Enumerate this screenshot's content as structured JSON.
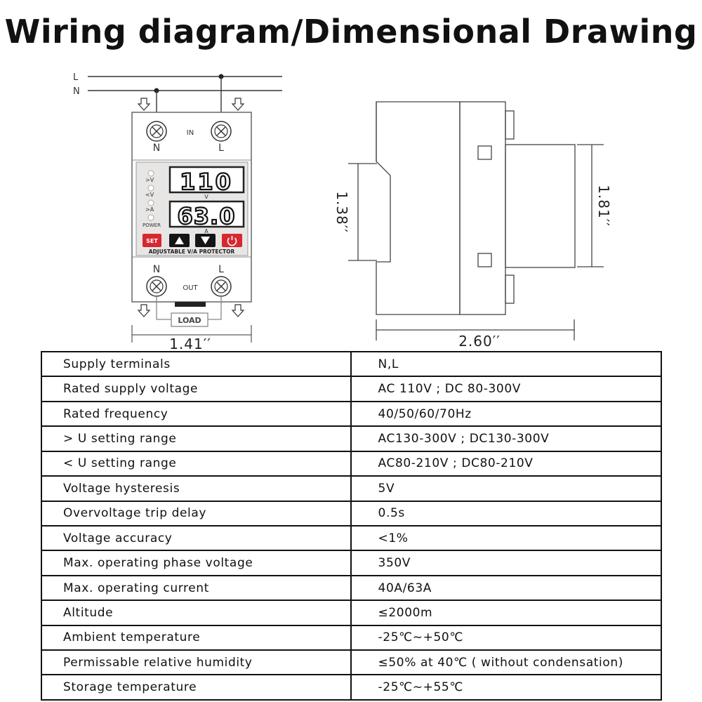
{
  "title": "Wiring diagram/Dimensional Drawing",
  "wiring": {
    "line_labels": [
      "L",
      "N"
    ],
    "terminal_in_label": "IN",
    "terminal_out_label": "OUT",
    "terminal_in_names": [
      "N",
      "L"
    ],
    "terminal_out_names": [
      "N",
      "L"
    ],
    "display_voltage": "110",
    "display_voltage_unit": "V",
    "display_current": "63.0",
    "display_current_unit": "A",
    "indicators": [
      ">V",
      "<V",
      ">A",
      "POWER"
    ],
    "set_button": "SET",
    "product_label": "ADJUSTABLE V/A PROTECTOR",
    "load_label": "LOAD",
    "width_dim": "1.41′′"
  },
  "dimensional": {
    "depth_dim": "2.60′′",
    "rail_height_dim": "1.38′′",
    "front_height_dim": "1.81′′"
  },
  "specs": [
    {
      "label": "Supply terminals",
      "value": "N,L"
    },
    {
      "label": "Rated supply voltage",
      "value": "AC 110V ; DC 80-300V"
    },
    {
      "label": "Rated frequency",
      "value": "40/50/60/70Hz"
    },
    {
      "label": "> U setting range",
      "value": "AC130-300V ; DC130-300V"
    },
    {
      "label": "< U setting range",
      "value": "AC80-210V ; DC80-210V"
    },
    {
      "label": "Voltage hysteresis",
      "value": "5V"
    },
    {
      "label": "Overvoltage trip delay",
      "value": "0.5s"
    },
    {
      "label": "Voltage accuracy",
      "value": "<1%"
    },
    {
      "label": "Max. operating phase voltage",
      "value": "350V"
    },
    {
      "label": "Max. operating current",
      "value": "40A/63A"
    },
    {
      "label": "Altitude",
      "value": "≤2000m"
    },
    {
      "label": "Ambient temperature",
      "value": "-25℃~+50℃"
    },
    {
      "label": "Permissable relative humidity",
      "value": "≤50% at 40℃ ( without condensation)"
    },
    {
      "label": "Storage temperature",
      "value": "-25℃~+55℃"
    }
  ]
}
